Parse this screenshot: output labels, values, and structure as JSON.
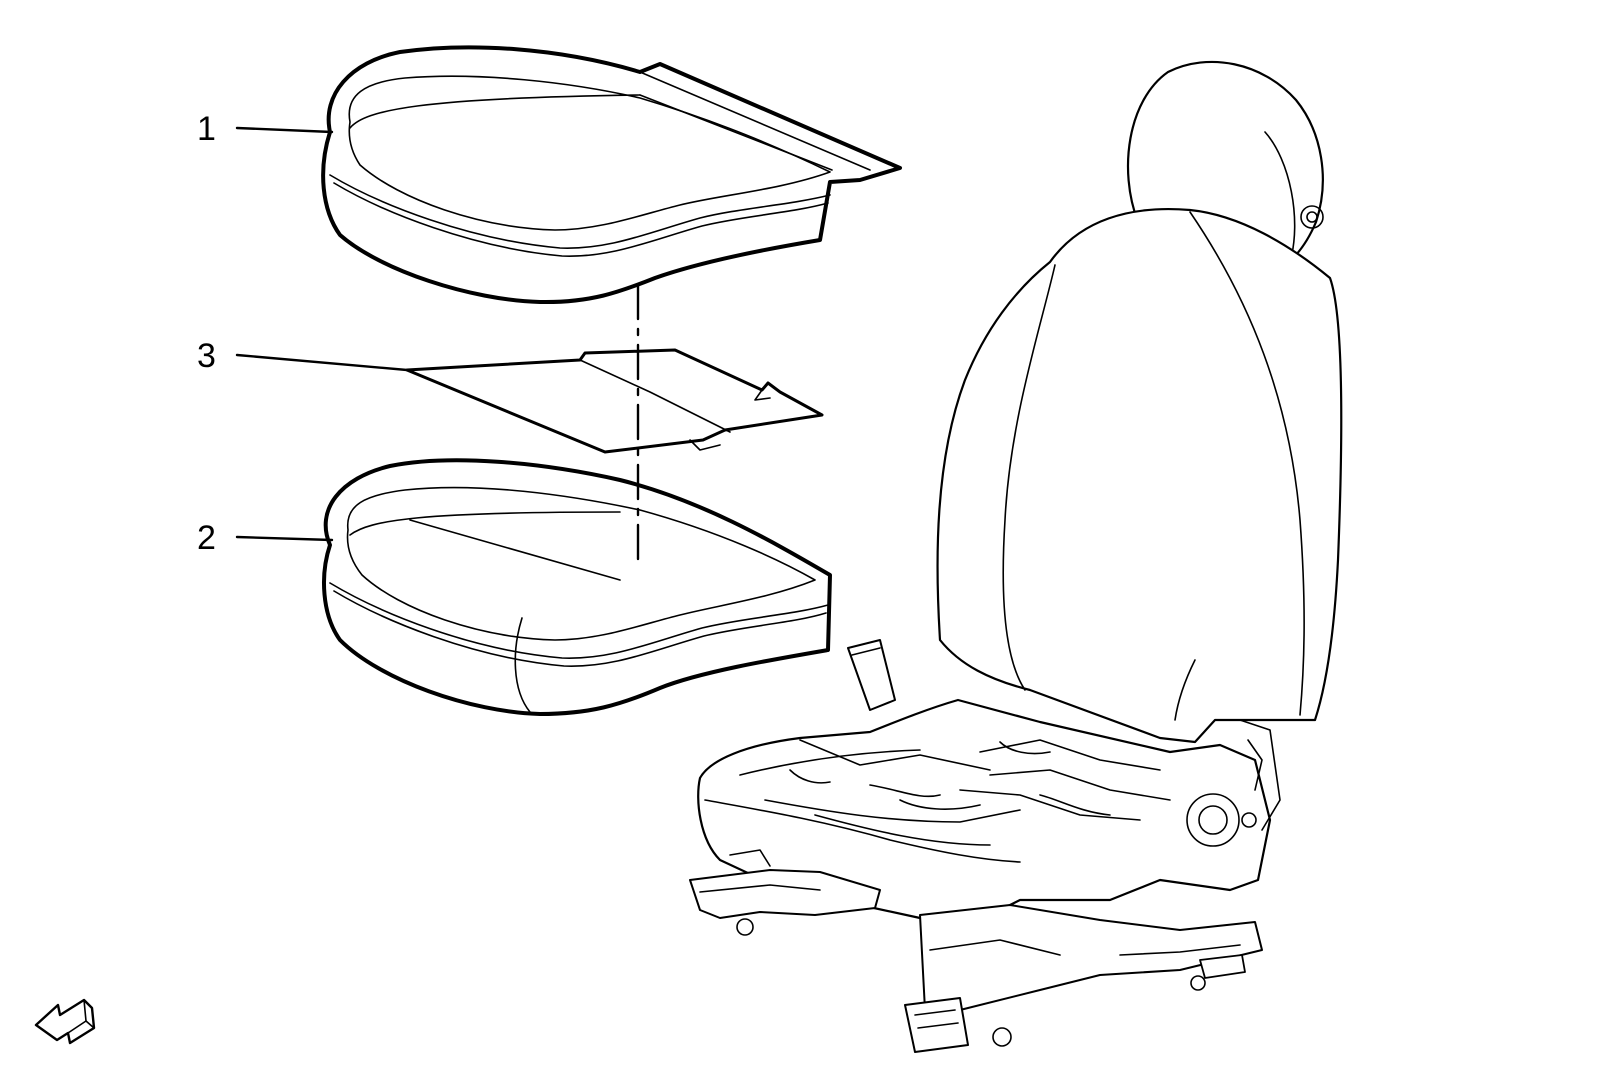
{
  "diagram": {
    "callouts": [
      {
        "id": "1",
        "text": "1"
      },
      {
        "id": "2",
        "text": "2"
      },
      {
        "id": "3",
        "text": "3"
      }
    ],
    "view_arrow": "front-direction-arrow-icon",
    "colors": {
      "line": "#000000",
      "background": "#ffffff"
    }
  }
}
